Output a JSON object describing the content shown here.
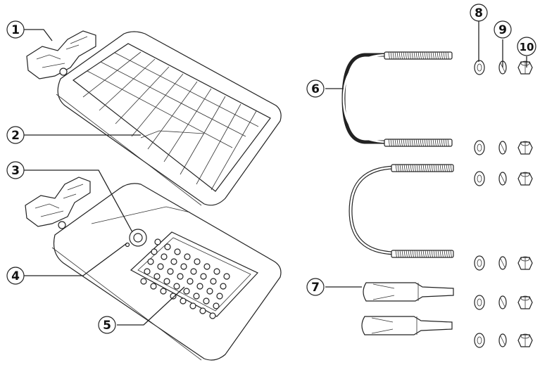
{
  "callouts": [
    {
      "label": "1"
    },
    {
      "label": "2"
    },
    {
      "label": "3"
    },
    {
      "label": "4"
    },
    {
      "label": "5"
    },
    {
      "label": "6"
    },
    {
      "label": "7"
    },
    {
      "label": "8"
    },
    {
      "label": "9"
    },
    {
      "label": "10"
    }
  ],
  "icons": {
    "solar_panel": "solar-panel-icon",
    "led_head": "led-lamp-head-icon",
    "u_bolt": "u-bolt-icon",
    "anchor": "expansion-anchor-icon",
    "washer": "washer-icon",
    "lock_washer": "spring-washer-icon",
    "nut": "hex-nut-icon"
  }
}
